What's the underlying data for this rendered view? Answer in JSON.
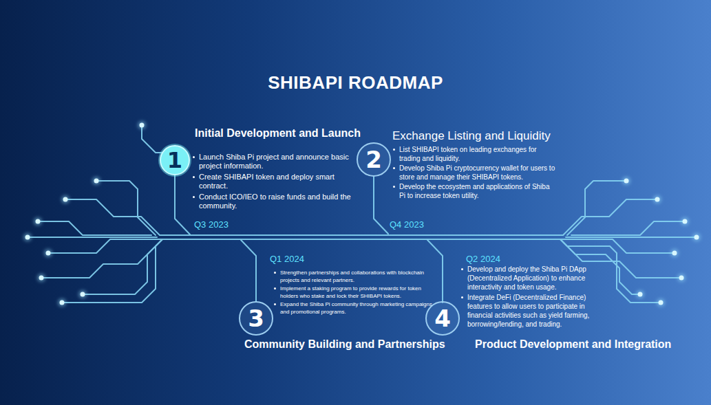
{
  "diagram": {
    "title": "SHIBAPI ROADMAP",
    "nodes": [
      {
        "text": [
          "1"
        ]
      },
      {
        "text": [
          "Initial Development and Launch",
          "Launch Shiba Pi project and announce basic project information.",
          "Create SHIBAPI token and deploy smart contract.",
          "Conduct ICO/IEO to raise funds and build the community."
        ]
      },
      {
        "text": [
          "2"
        ]
      },
      {
        "text": [
          "Exchange Listing and Liquidity",
          "List SHIBAPI token on leading exchanges for trading and liquidity.",
          "Develop Shiba Pi cryptocurrency wallet for users to store and manage their SHIBAPI tokens.",
          "Develop the ecosystem and applications of Shiba Pi to increase token utility."
        ]
      },
      {
        "text": [
          "3"
        ]
      },
      {
        "text": [
          "Community Building and Partnerships",
          "Strengthen partnerships and collaborations with blockchain projects and relevant partners.",
          "Implement a staking program to provide rewards for token holders who stake and lock their SHIBAPI tokens.",
          "Expand the Shiba Pi community through marketing campaigns and promotional programs."
        ]
      },
      {
        "text": [
          "4"
        ]
      },
      {
        "text": [
          "Product Development and Integration",
          "Develop and deploy the Shiba Pi DApp (Decentralized Application) to enhance interactivity and token usage.",
          "Integrate DeFi (Decentralized Finance) features to allow users to participate in financial activities such as yield farming, borrowing/lending, and trading."
        ]
      }
    ],
    "labels": [
      "Q3 2023",
      "Q4 2023",
      "Q1 2024",
      "Q2 2024"
    ]
  }
}
